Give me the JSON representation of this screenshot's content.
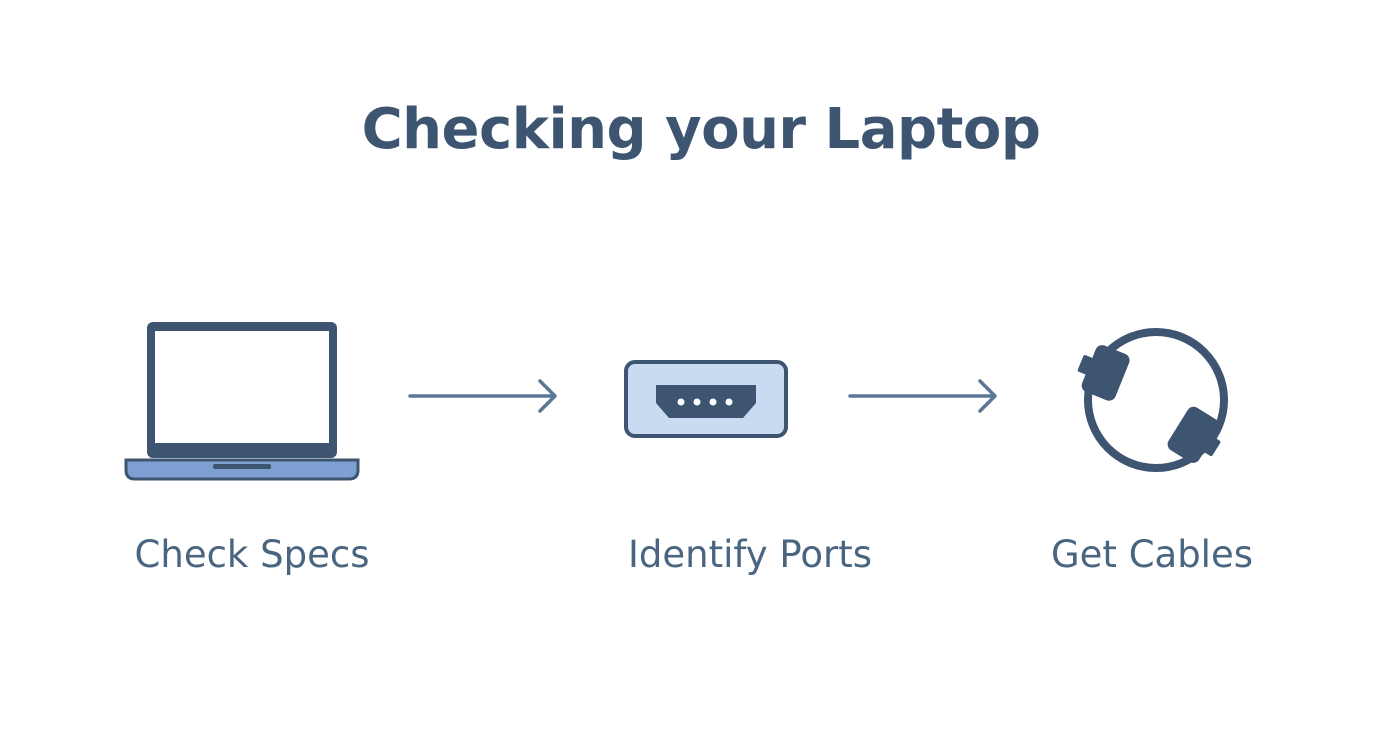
{
  "title": "Checking your Laptop",
  "colors": {
    "outline": "#3d5570",
    "icon_fill": "#c8dbf1",
    "laptop_base": "#7d9fd1",
    "arrow": "#5b7796",
    "text": "#4a6580"
  },
  "steps": [
    {
      "icon": "laptop-icon",
      "label": "Check Specs"
    },
    {
      "icon": "port-icon",
      "label": "Identify Ports"
    },
    {
      "icon": "cable-icon",
      "label": "Get Cables"
    }
  ],
  "connectors": [
    {
      "icon": "arrow-right-icon"
    },
    {
      "icon": "arrow-right-icon"
    }
  ]
}
